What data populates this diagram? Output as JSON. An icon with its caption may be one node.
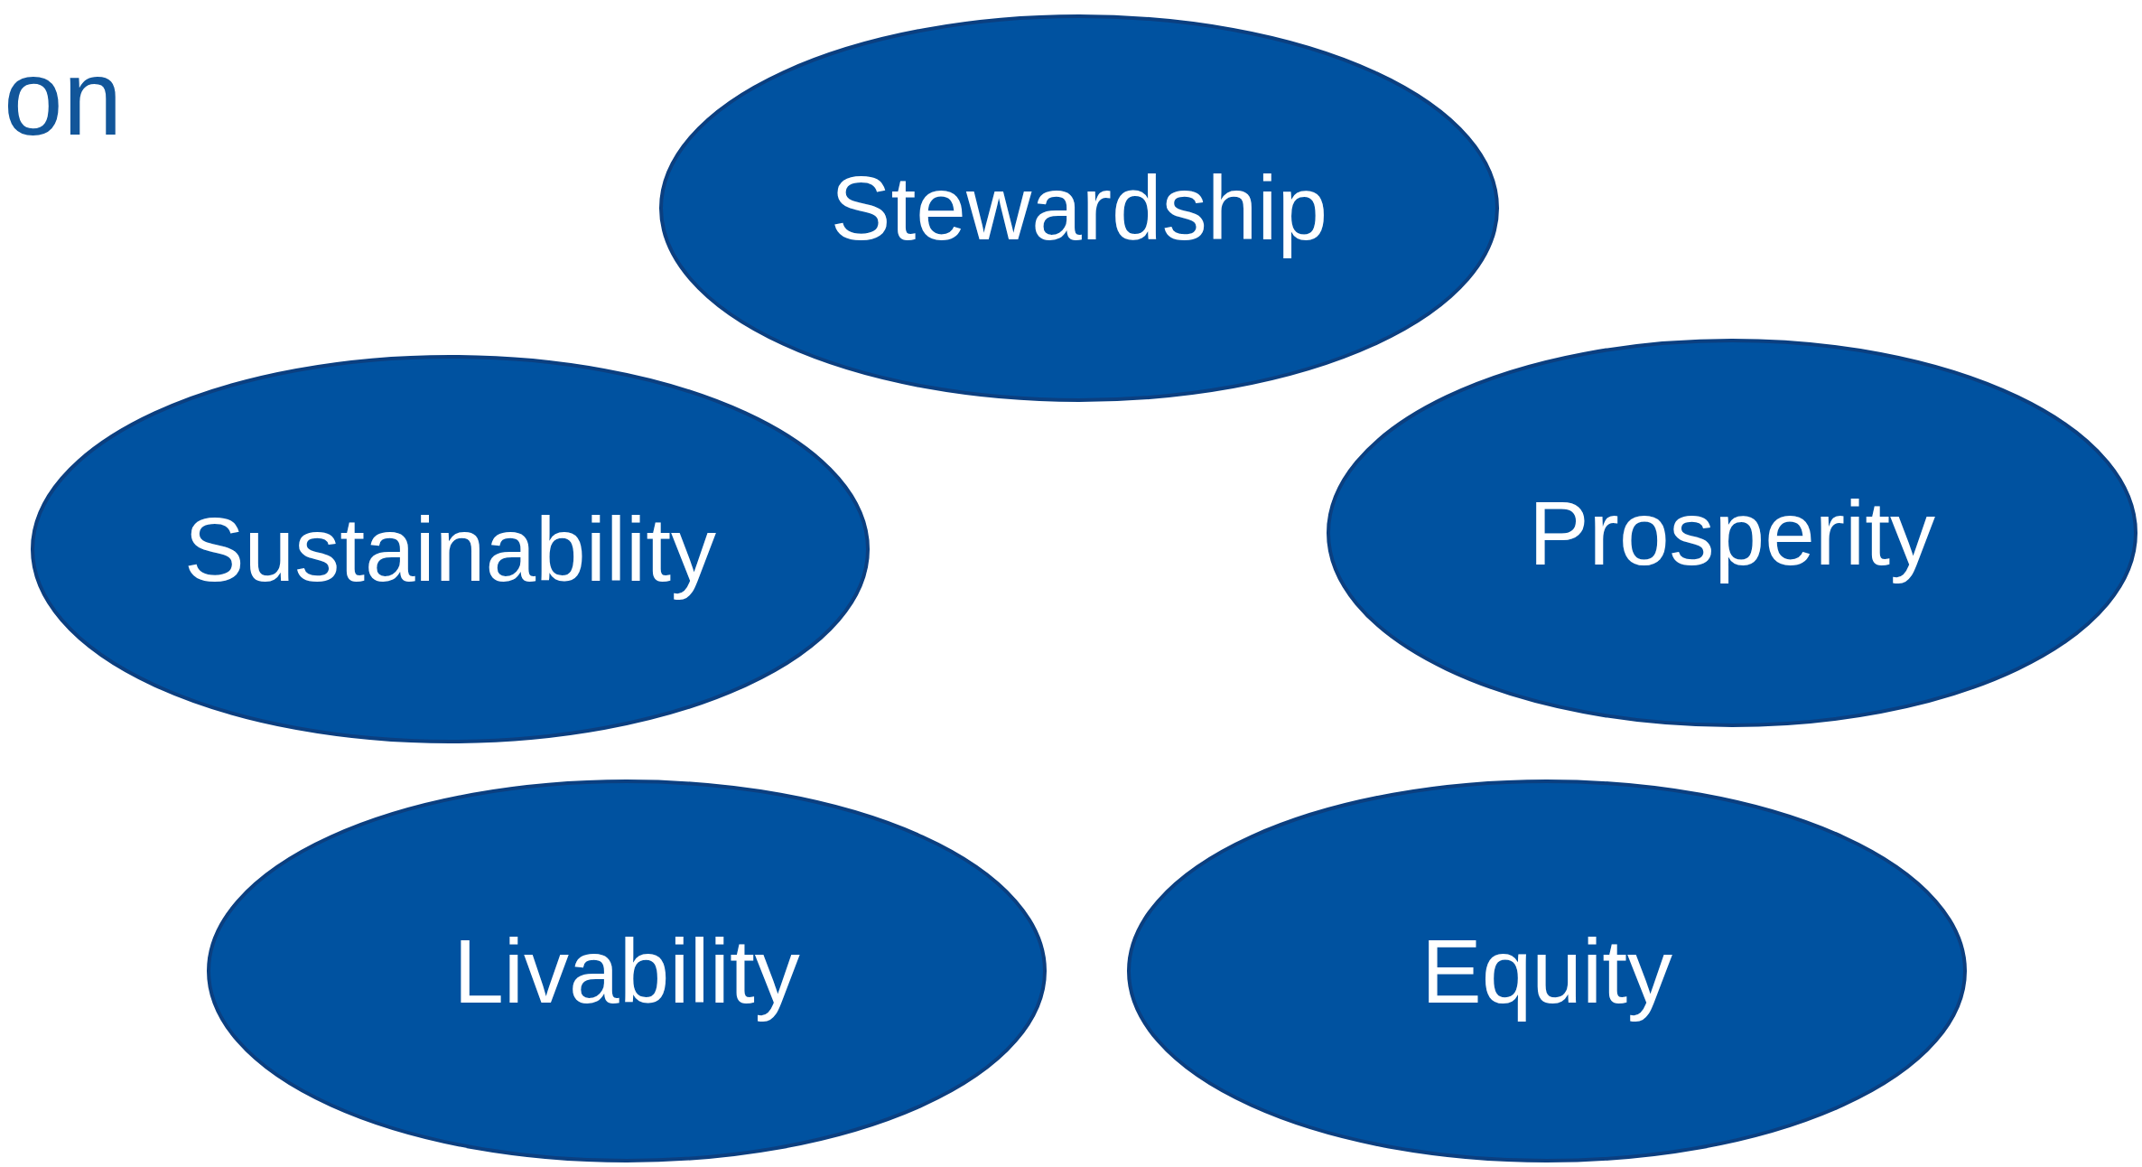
{
  "diagram": {
    "nodes": [
      {
        "text": [
          "Stewardship"
        ]
      },
      {
        "text": [
          "Sustainability"
        ]
      },
      {
        "text": [
          "Prosperity"
        ]
      },
      {
        "text": [
          "Livability"
        ]
      },
      {
        "text": [
          "Equity"
        ]
      }
    ],
    "labels": [
      "on"
    ]
  }
}
